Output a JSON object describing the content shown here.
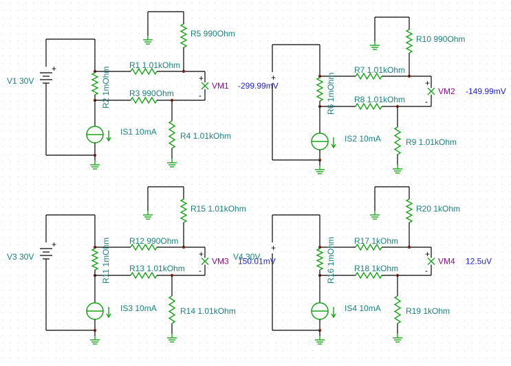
{
  "circuits": [
    {
      "source": "V1 30V",
      "shunt": "R2 1mOhm",
      "top_res": "R1 1.01kOhm",
      "bottom_res": "R3 990Ohm",
      "up_res": "R5 990Ohm",
      "down_res": "R4 1.01kOhm",
      "current_source": "IS1 10mA",
      "meter": "VM1",
      "reading": "-299.99mV"
    },
    {
      "source": "",
      "shunt": "R6 1mOhm",
      "top_res": "R7 1.01kOhm",
      "bottom_res": "R8 1.01kOhm",
      "up_res": "R10 990Ohm",
      "down_res": "R9 1.01kOhm",
      "current_source": "IS2 10mA",
      "meter": "VM2",
      "reading": "-149.99mV"
    },
    {
      "source": "V3 30V",
      "shunt": "R11 1mOhm",
      "top_res": "R12 990Ohm",
      "bottom_res": "R13 1.01kOhm",
      "up_res": "R15 1.01kOhm",
      "down_res": "R14 1.01kOhm",
      "current_source": "IS3 10mA",
      "meter": "VM3",
      "reading": "150.01mV"
    },
    {
      "source": "V4 30V",
      "shunt": "R16 1mOhm",
      "top_res": "R17 1kOhm",
      "bottom_res": "R18 1kOhm",
      "up_res": "R20 1kOhm",
      "down_res": "R19 1kOhm",
      "current_source": "IS4 10mA",
      "meter": "VM4",
      "reading": "12.5uV"
    }
  ],
  "colors": {
    "component": "#17a317",
    "label": "#1a7f7f",
    "reading": "#1f1fd6",
    "meter_label": "#8b0a8b",
    "wire": "#000000",
    "grid_dot": "#d0d0d0"
  }
}
